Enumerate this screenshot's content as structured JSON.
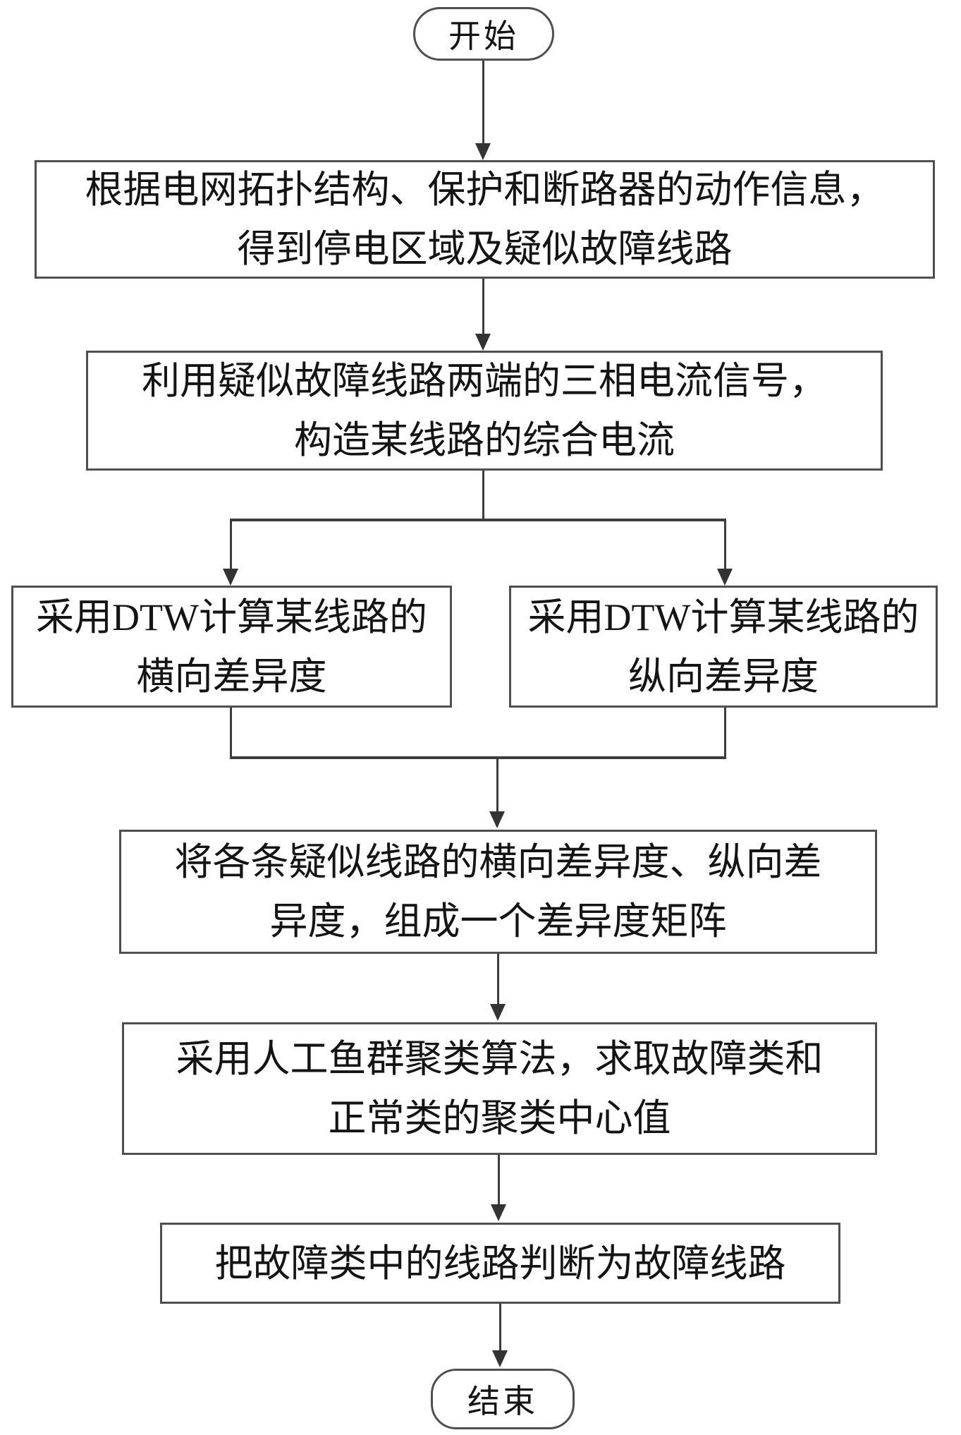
{
  "flowchart": {
    "nodes": {
      "start": {
        "label": "开始"
      },
      "step1": {
        "lines": [
          "根据电网拓扑结构、保护和断路器的动作信息，",
          "得到停电区域及疑似故障线路"
        ]
      },
      "step2": {
        "lines": [
          "利用疑似故障线路两端的三相电流信号，",
          "构造某线路的综合电流"
        ]
      },
      "branch_left": {
        "lines": [
          "采用DTW计算某线路的",
          "横向差异度"
        ]
      },
      "branch_right": {
        "lines": [
          "采用DTW计算某线路的",
          "纵向差异度"
        ]
      },
      "step3": {
        "lines": [
          "将各条疑似线路的横向差异度、纵向差",
          "异度，组成一个差异度矩阵"
        ]
      },
      "step4": {
        "lines": [
          "采用人工鱼群聚类算法，求取故障类和",
          "正常类的聚类中心值"
        ]
      },
      "step5": {
        "lines": [
          "把故障类中的线路判断为故障线路"
        ]
      },
      "end": {
        "label": "结束"
      }
    },
    "colors": {
      "border": "#4f4f4f",
      "line": "#3d3d3d",
      "arrow": "#333333",
      "text": "#141414",
      "background": "#ffffff"
    }
  }
}
